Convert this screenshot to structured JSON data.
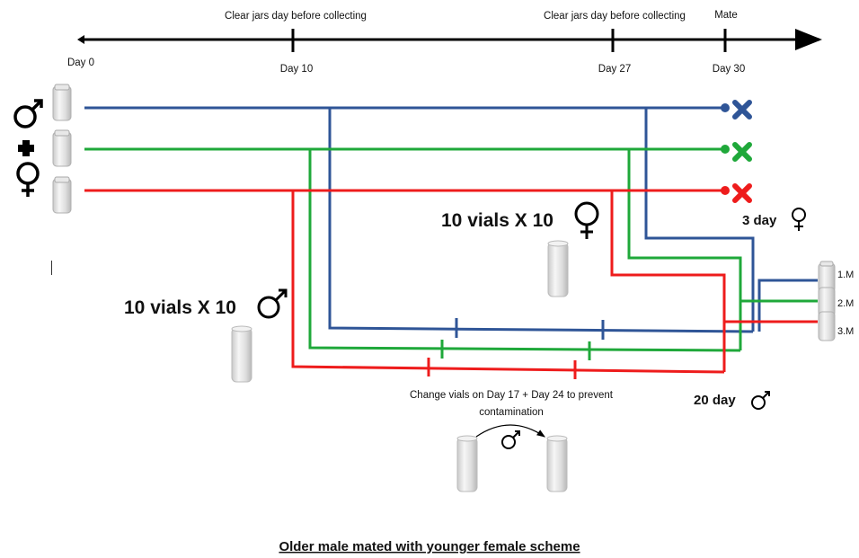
{
  "timeline": {
    "day0": "Day 0",
    "day10": "Day 10",
    "day27": "Day 27",
    "day30": "Day 30",
    "note_day10": "Clear jars day before collecting",
    "note_day27": "Clear jars day before collecting",
    "note_day30": "Mate"
  },
  "labels": {
    "male_vials": "10 vials X 10",
    "female_vials": "10 vials X 10",
    "female_age": "3 day",
    "male_age": "20 day",
    "change_line1": "Change vials on Day 17 + Day 24 to prevent",
    "change_line2": "contamination",
    "jar1": "1.M",
    "jar2": "2.M",
    "jar3": "3.M",
    "title": "Older male mated with younger female scheme"
  },
  "symbols": {
    "male": "♂",
    "female": "♀",
    "plus": "✚",
    "cross": "✖"
  },
  "colors": {
    "blue": "#2f5597",
    "green": "#1fa83a",
    "red": "#ee1c1c",
    "timeline": "#000000"
  },
  "icons": [
    "jar-icon",
    "vial-icon",
    "male-symbol-icon",
    "female-symbol-icon",
    "cross-icon",
    "plus-icon"
  ]
}
